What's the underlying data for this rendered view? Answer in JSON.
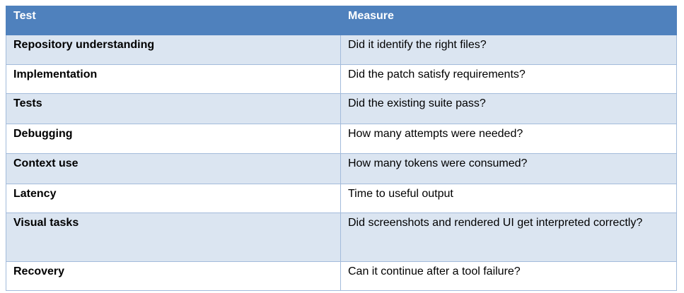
{
  "table": {
    "headers": {
      "test": "Test",
      "measure": "Measure"
    },
    "rows": [
      {
        "test": "Repository understanding",
        "measure": "Did it identify the right files?"
      },
      {
        "test": "Implementation",
        "measure": "Did the patch satisfy requirements?"
      },
      {
        "test": "Tests",
        "measure": "Did the existing suite pass?"
      },
      {
        "test": "Debugging",
        "measure": "How many attempts were needed?"
      },
      {
        "test": "Context use",
        "measure": "How many tokens were consumed?"
      },
      {
        "test": "Latency",
        "measure": "Time to useful output"
      },
      {
        "test": "Visual tasks",
        "measure": "Did screenshots and rendered UI get interpreted correctly?"
      },
      {
        "test": "Recovery",
        "measure": "Can it continue after a tool failure?"
      }
    ]
  },
  "colors": {
    "header_bg": "#4f81bd",
    "band_bg": "#dbe5f1",
    "border": "#a3bbdb"
  }
}
